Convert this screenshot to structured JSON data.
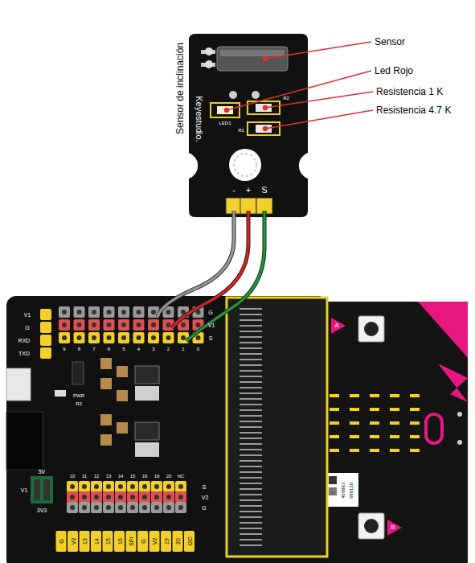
{
  "diagram": {
    "labels": [
      "Sensor de inclinación",
      "Keyestudio.",
      "Sensor",
      "Led Rojo",
      "Resistencia 1 K",
      "Resistencia 4.7 K",
      "LED1",
      "R2",
      "R1",
      "-",
      "+",
      "S",
      "V1",
      "G",
      "RXD",
      "TXD",
      "9",
      "8",
      "7",
      "6",
      "5",
      "4",
      "3",
      "2",
      "1",
      "0",
      "G",
      "V1",
      "S",
      "PWR",
      "R3",
      "5V",
      "V1",
      "3V3",
      "10",
      "11",
      "12",
      "13",
      "14",
      "15",
      "16",
      "19",
      "20",
      "NC",
      "S",
      "V2",
      "G",
      "G",
      "V2",
      "13",
      "14",
      "15",
      "16",
      "SPI",
      "G",
      "V2",
      "19",
      "20",
      "I2C",
      "A",
      "B",
      "406893",
      "680120"
    ]
  }
}
